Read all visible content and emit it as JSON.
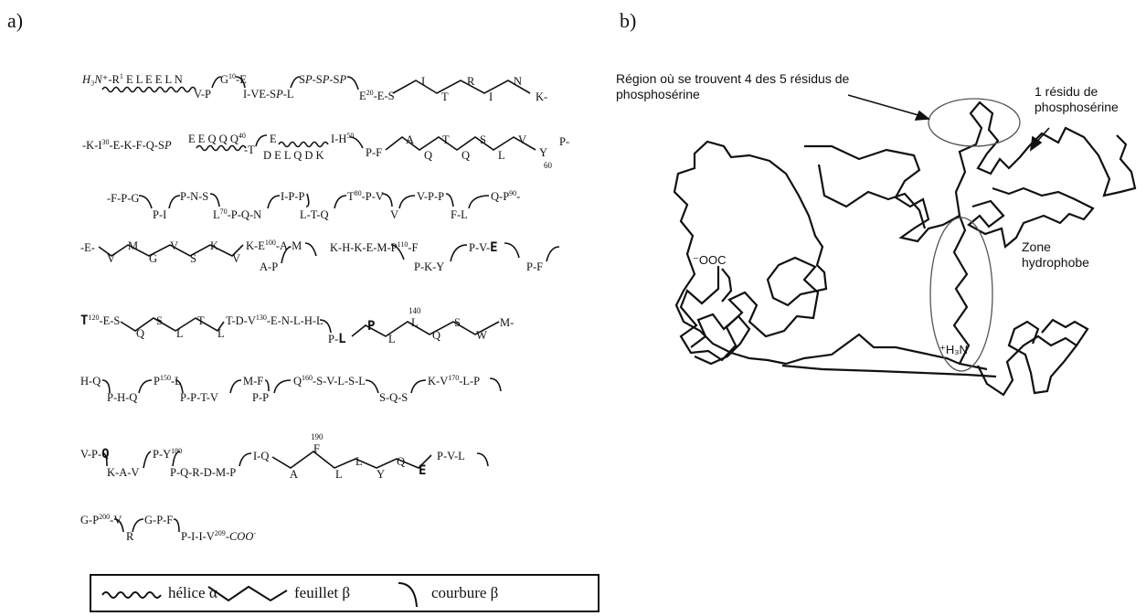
{
  "labels": {
    "a": "a)",
    "b": "b)"
  },
  "sequence_rows": [
    {
      "text": "H₃N⁺-R¹ E L E E L N      V-P  G¹⁰-E     I-VE-SP-L       SP-SP-SP      E²⁰-E-S       I       T       R       I       N      K-"
    },
    {
      "text": "-K-I³⁰-E-K-F-Q-SP  E E Q Q Q⁴⁰       -T   E              I-H⁵⁰    P-F     A     Q     T     Q     S     L     V     Y     P-"
    },
    {
      "text": "-F-P-G       P-N-S          I-P-P        T⁸⁰-P-V      V-P-P       Q-P⁹⁰-"
    },
    {
      "text": "-E-     V     M     G     V     S     K     V     K-E¹⁰⁰-A-M       K-H-K-E-M-P¹¹⁰-F        P-V-E"
    },
    {
      "text": "T¹²⁰-E-S       S       T       T-D-V¹³⁰-E-N-L-H-L        P       L       S       M-"
    },
    {
      "text": "H-Q       P¹⁵⁰-L         M-F       Q¹⁶⁰-S-V-L-S-L       K-V¹⁷⁰-L-P"
    },
    {
      "text": "V-P-Q       P-Y¹⁸⁰        I-Q       F       L       Y       Q        P-V-L"
    },
    {
      "text": "G-P²⁰⁰-V       G-P-F"
    }
  ],
  "lower_fragments": [
    "V-P",
    "DELQDK",
    "P-I",
    "L⁷⁰-P-Q-N",
    "L-T-Q",
    "V",
    "F-L",
    "A-P",
    "P-K-Y",
    "P-F",
    "Q",
    "L",
    "L",
    "P-L",
    "P",
    "L",
    "Q",
    "W",
    "P-H-Q",
    "P-P-T-V",
    "P-P",
    "S-Q-S",
    "K-A-V",
    "P-Q-R-D-M-P",
    "A",
    "L",
    "E",
    "R",
    "P-I-I-V²⁰⁹-COO⁻",
    "60",
    "140",
    "190"
  ],
  "legend": {
    "helix": "hélice α",
    "sheet": "feuillet β",
    "turn": "courbure β"
  },
  "annotations": {
    "region": "Région où se trouvent 4 des 5 résidus de phosphosérine",
    "one_residue": "1 résidu de phosphosérine",
    "hydrophobic": "Zone hydrophobe",
    "cterm": "⁻OOC",
    "nterm": "⁺H₃N"
  }
}
